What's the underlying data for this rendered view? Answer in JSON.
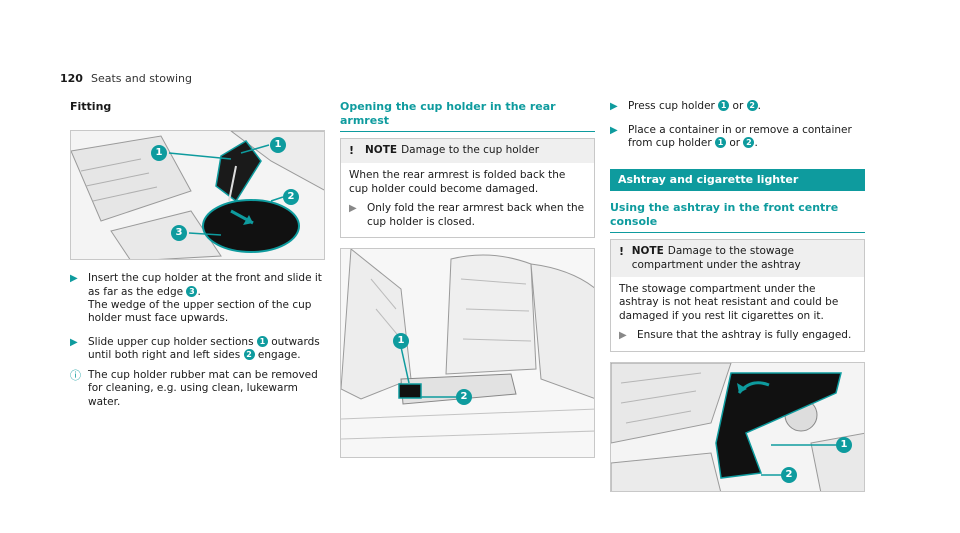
{
  "header": {
    "page_number": "120",
    "section": "Seats and stowing"
  },
  "col1": {
    "heading": "Fitting",
    "steps": [
      "Insert the cup holder at the front and slide it as far as the edge",
      "The wedge of the upper section of the cup holder must face upwards.",
      "Slide upper cup holder sections",
      "outwards until both right and left sides",
      "engage."
    ],
    "info": "The cup holder rubber mat can be removed for cleaning, e.g. using clean, lukewarm water.",
    "callouts": [
      "1",
      "2",
      "3"
    ]
  },
  "col2": {
    "heading": "Opening the cup holder in the rear armrest",
    "note_label": "NOTE",
    "note_title": "Damage to the cup holder",
    "note_body": "When the rear armrest is folded back the cup holder could become damaged.",
    "note_step": "Only fold the rear armrest back when the cup holder is closed.",
    "callouts": [
      "1",
      "2"
    ]
  },
  "col3": {
    "step1_a": "Press cup holder",
    "step1_or": "or",
    "step2_a": "Place a container in or remove a container from cup holder",
    "step2_or": "or",
    "bar_heading": "Ashtray and cigarette lighter",
    "sub_heading": "Using the ashtray in the front centre console",
    "note_label": "NOTE",
    "note_title": "Damage to the stowage compartment under the ashtray",
    "note_body": "The stowage compartment under the ashtray is not heat resistant and could be damaged if you rest lit cigarettes on it.",
    "note_step": "Ensure that the ashtray is fully engaged.",
    "callouts": [
      "1",
      "2"
    ]
  },
  "icons": {
    "step": "triangle-arrow-icon",
    "info": "info-icon",
    "warning": "exclamation-icon"
  },
  "colors": {
    "accent": "#0e9b9e"
  }
}
